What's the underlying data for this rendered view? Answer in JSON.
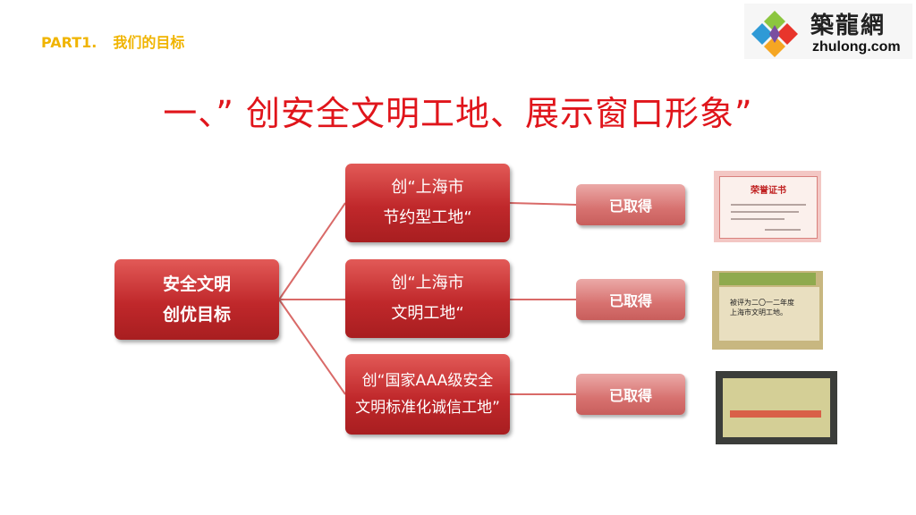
{
  "header": {
    "part": "PART1.",
    "section": "我们的目标",
    "title": "一、” 创安全文明工地、展示窗口形象”"
  },
  "logo": {
    "cn": "築龍網",
    "en": "zhulong.com",
    "colors": [
      "#2f9ad6",
      "#e8352b",
      "#8cc63f",
      "#f5a623",
      "#7a4ea0"
    ]
  },
  "diagram": {
    "root": [
      "安全文明",
      "创优目标"
    ],
    "branches": [
      {
        "lines": [
          "创“上海市",
          "节约型工地“"
        ],
        "status": "已取得"
      },
      {
        "lines": [
          "创“上海市",
          "文明工地“"
        ],
        "status": "已取得"
      },
      {
        "lines": [
          "创“国家AAA级安全",
          "文明标准化诚信工地”"
        ],
        "status": "已取得"
      }
    ]
  },
  "certificates": {
    "c1_title": "荣誉证书",
    "c2_lines": [
      "被评为二〇一二年度",
      "上海市文明工地。"
    ]
  },
  "accent_colors": {
    "title": "#e0151b",
    "part": "#f0b400",
    "box": "#c0282b",
    "status": "#d7716f"
  }
}
